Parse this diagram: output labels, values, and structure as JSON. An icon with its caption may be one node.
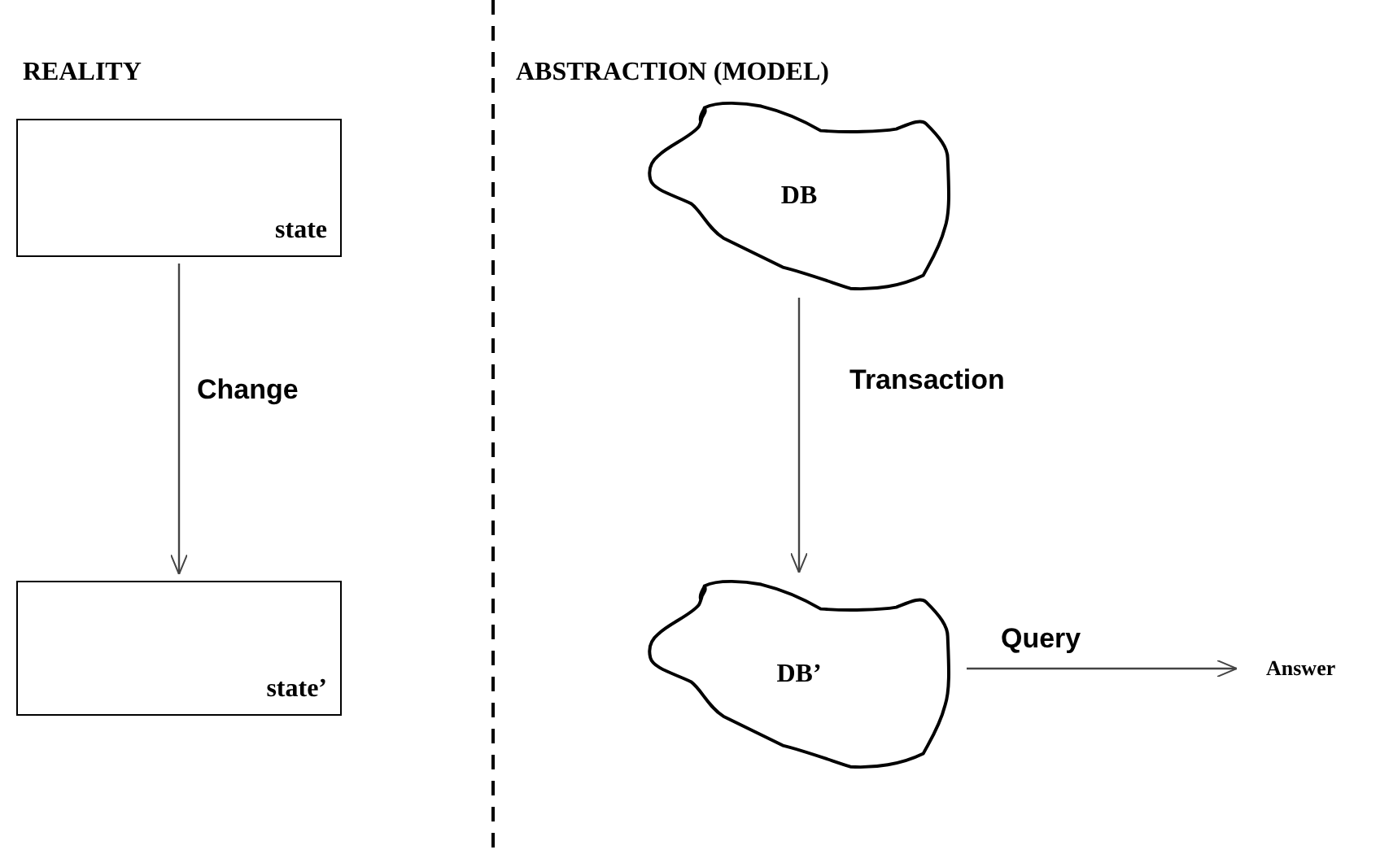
{
  "diagram": {
    "nodes": [
      {
        "text": [
          "state"
        ]
      },
      {
        "text": [
          "state’"
        ]
      },
      {
        "text": [
          "DB"
        ]
      },
      {
        "text": [
          "DB’"
        ]
      },
      {
        "text": [
          "Answer"
        ]
      }
    ],
    "edges": [
      {
        "from": 0,
        "to": 1,
        "arrow": "to",
        "label": "Change"
      },
      {
        "from": 2,
        "to": 3,
        "arrow": "to",
        "label": "Transaction"
      },
      {
        "from": 3,
        "to": 4,
        "arrow": "to",
        "label": "Query"
      }
    ],
    "labels": [
      "REALITY",
      "ABSTRACTION (MODEL)"
    ]
  }
}
